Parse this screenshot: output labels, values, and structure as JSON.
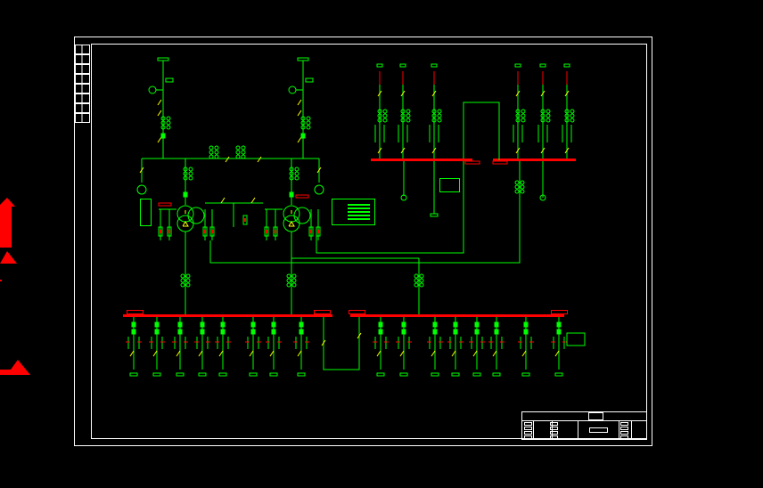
{
  "drawing": {
    "type": "electrical single-line diagram",
    "colors": {
      "background": "#000000",
      "frame": "#ffffff",
      "wire": "#00ff00",
      "busbar": "#ff0000",
      "switch": "#ffff00",
      "marker": "#ff0000"
    },
    "hv_incomers": 2,
    "main_transformers": 2,
    "lv_bus_sections": 2,
    "left_bus_feeders": 8,
    "right_bus_feeders": 8,
    "aux_left_feeders": 3,
    "aux_right_feeders": 3
  }
}
